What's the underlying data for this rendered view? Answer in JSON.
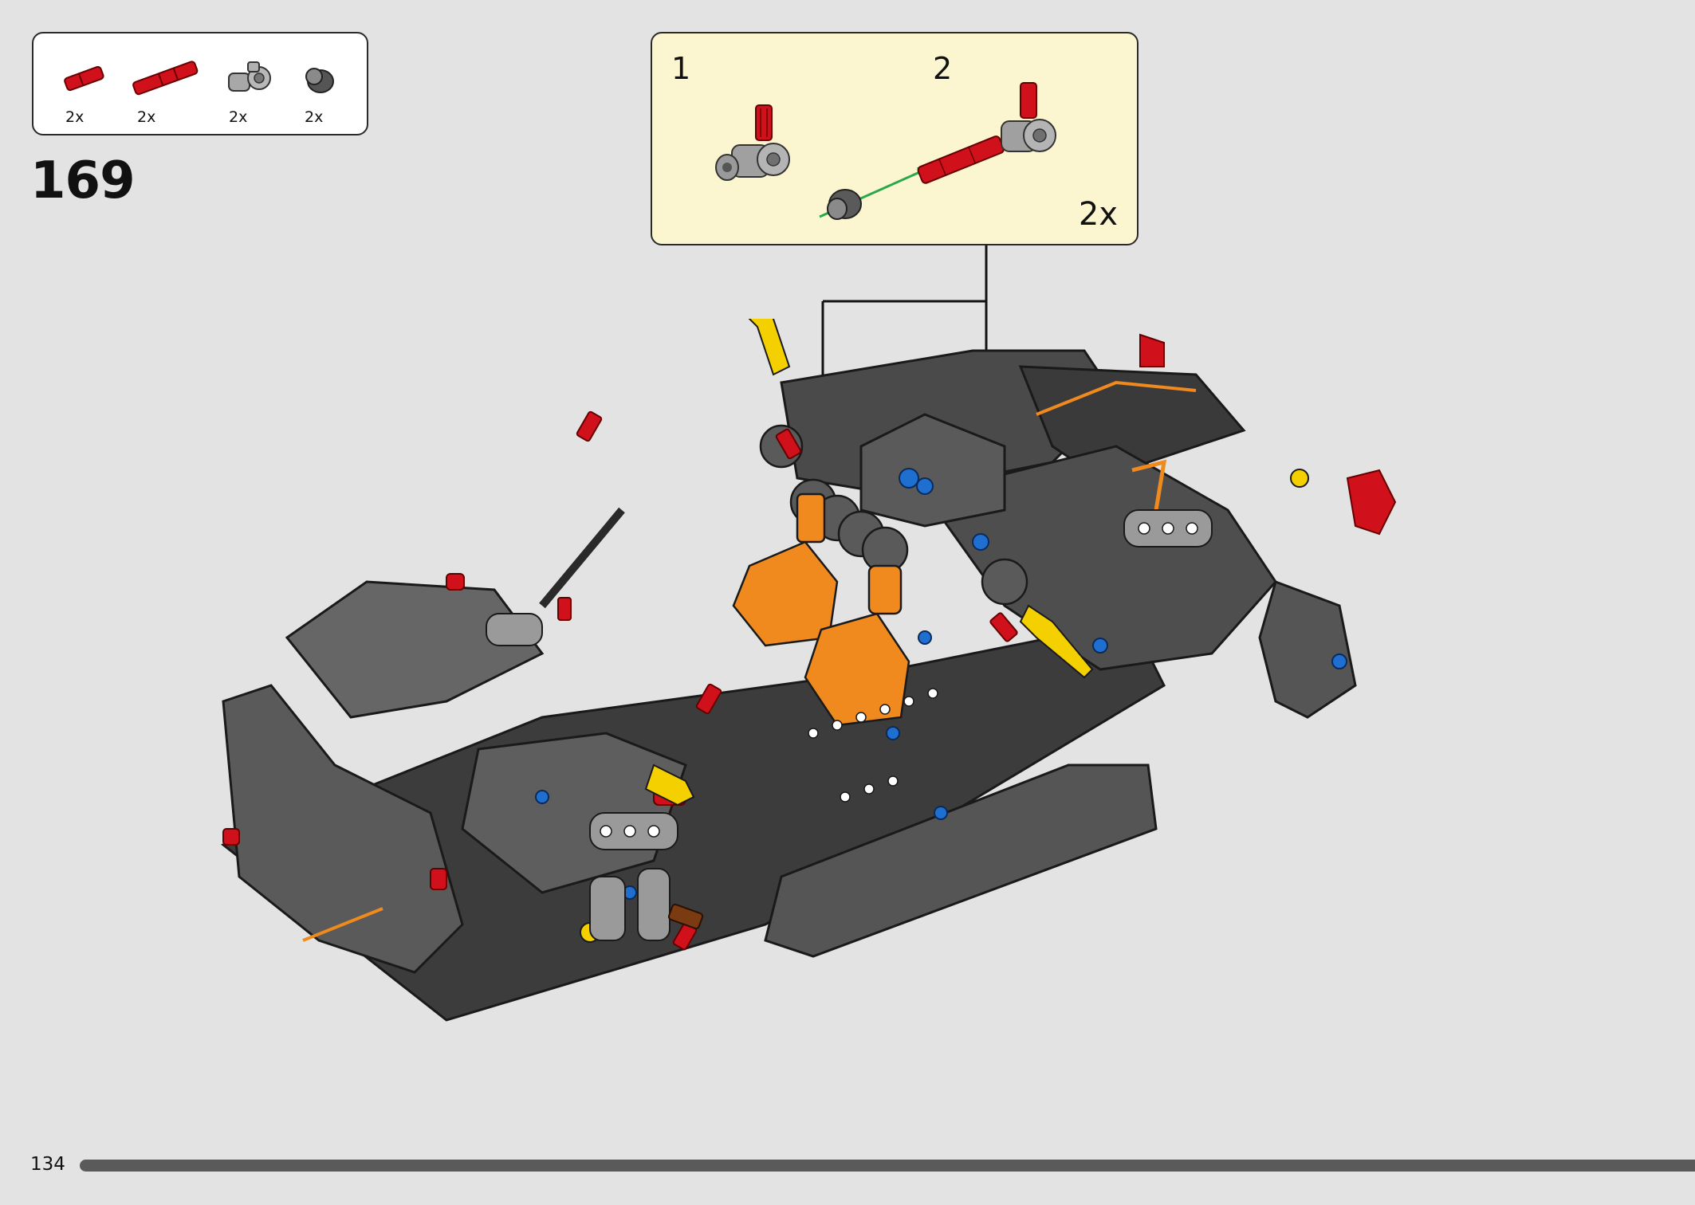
{
  "parts_list": [
    {
      "icon": "red-axle-pin-short",
      "qty": "2x"
    },
    {
      "icon": "red-axle-pin-long",
      "qty": "2x"
    },
    {
      "icon": "grey-cross-connector",
      "qty": "2x"
    },
    {
      "icon": "dark-bush",
      "qty": "2x"
    }
  ],
  "step": {
    "number": "169"
  },
  "callout": {
    "substep_1": "1",
    "substep_2": "2",
    "quantity": "2x"
  },
  "footer": {
    "page_number": "134",
    "progress": 1.0
  },
  "colors": {
    "background": "#e3e3e3",
    "callout_bg": "#fcf6d0",
    "lego_red": "#d0101a",
    "lego_dark_grey": "#4a4a4a",
    "lego_orange": "#f08a1e",
    "lego_blue": "#1f6fd0"
  }
}
